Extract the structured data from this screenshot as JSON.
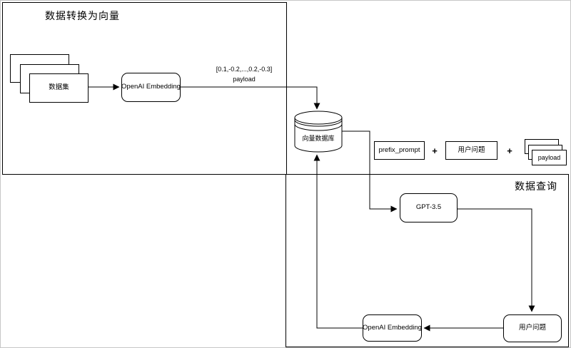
{
  "sections": {
    "convert": {
      "title": "数据转换为向量"
    },
    "query": {
      "title": "数据查询"
    }
  },
  "nodes": {
    "dataset": {
      "label": "数据集"
    },
    "openai_embedding_top": {
      "label": "OpenAI Embedding"
    },
    "vector_annotation": {
      "line1": "[0.1,-0.2,...,0.2,-0.3]",
      "line2": "payload"
    },
    "vector_db": {
      "label": "向量数据库"
    },
    "prefix_prompt": {
      "label": "prefix_prompt"
    },
    "user_question_mid": {
      "label": "用户问题"
    },
    "payload_card": {
      "label": "payload"
    },
    "gpt35": {
      "label": "GPT-3.5"
    },
    "openai_embedding_bottom": {
      "label": "OpenAI Embedding"
    },
    "user_question_bottom": {
      "label": "用户问题"
    }
  },
  "operators": {
    "plus1": "+",
    "plus2": "+"
  },
  "colors": {
    "stroke": "#000000",
    "canvas_bg": "#ffffff"
  }
}
